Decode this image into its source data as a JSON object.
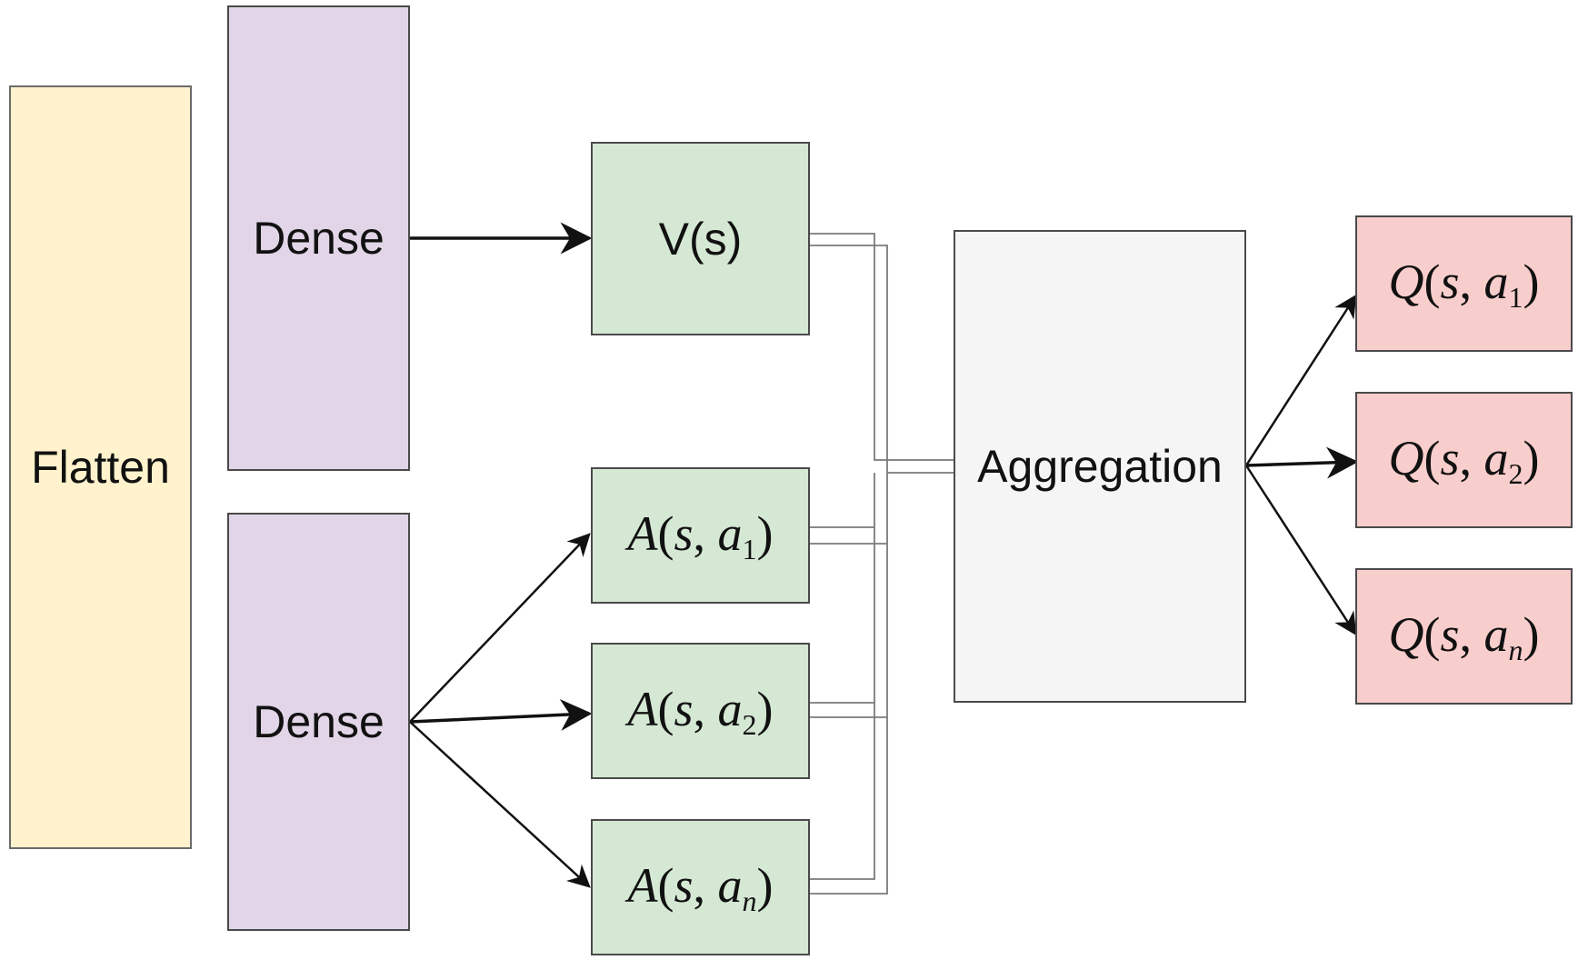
{
  "nodes": {
    "flatten": {
      "label": "Flatten"
    },
    "dense_top": {
      "label": "Dense"
    },
    "dense_bottom": {
      "label": "Dense"
    },
    "value": {
      "label": "V(s)"
    },
    "advantage": [
      {
        "func": "A",
        "arg": "s",
        "action": "a",
        "index": "1"
      },
      {
        "func": "A",
        "arg": "s",
        "action": "a",
        "index": "2"
      },
      {
        "func": "A",
        "arg": "s",
        "action": "a",
        "index": "n"
      }
    ],
    "aggregation": {
      "label": "Aggregation"
    },
    "q_values": [
      {
        "func": "Q",
        "arg": "s",
        "action": "a",
        "index": "1"
      },
      {
        "func": "Q",
        "arg": "s",
        "action": "a",
        "index": "2"
      },
      {
        "func": "Q",
        "arg": "s",
        "action": "a",
        "index": "n"
      }
    ]
  },
  "colors": {
    "flatten": "#fff2cc",
    "dense": "#e1d5e7",
    "stream": "#d5e8d4",
    "aggregation": "#f5f5f5",
    "q": "#f8cecc",
    "stroke": "#4a4a4a",
    "arrow": "#111111"
  }
}
